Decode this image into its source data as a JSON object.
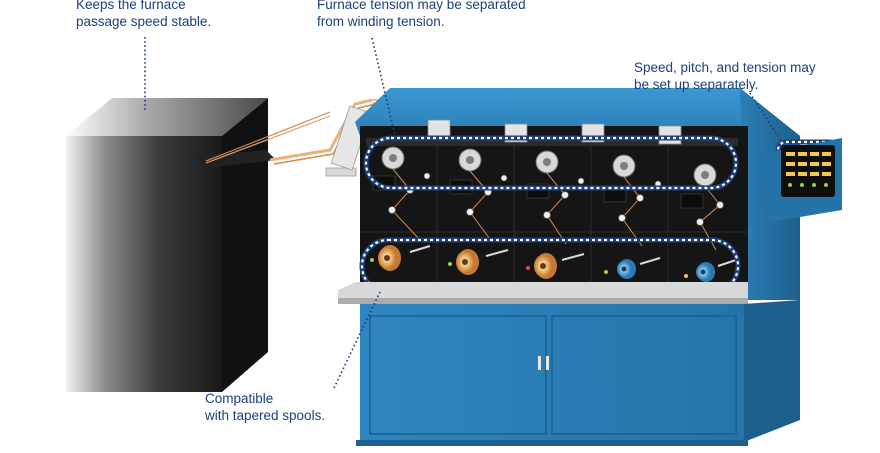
{
  "callouts": {
    "furnace_speed": {
      "lines": [
        "Keeps the furnace",
        "passage speed stable."
      ]
    },
    "tension_separated": {
      "lines": [
        "Furnace tension may be separated",
        "from winding tension."
      ]
    },
    "setup_separately": {
      "lines": [
        "Speed, pitch, and tension may",
        "be set up separately."
      ]
    },
    "tapered_spools": {
      "lines": [
        "Compatible",
        "with tapered spools."
      ]
    }
  },
  "colors": {
    "callout_text": "#1d3f7c",
    "leader_line": "#1d3f7c",
    "machine_blue": "#2f86bf",
    "machine_blue_dark": "#1f6594",
    "panel_black": "#151515",
    "furnace_dark": "#1e1e1e",
    "wire_orange": "#d4894a",
    "spool_orange": "#d88a3c",
    "spool_blue": "#3a8ec8",
    "shelf_gray": "#c9cbcd"
  }
}
